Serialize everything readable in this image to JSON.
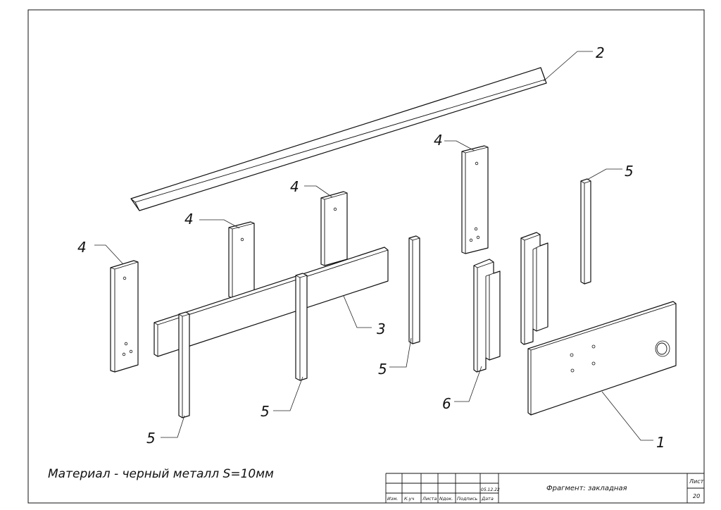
{
  "drawing": {
    "material_note": "Материал - черный металл S=10мм",
    "callouts": [
      "2",
      "4",
      "4",
      "4",
      "4",
      "5",
      "5",
      "5",
      "5",
      "3",
      "6",
      "1"
    ]
  },
  "title_block": {
    "columns": [
      "Изм.",
      "К.уч",
      "Листа",
      "Nдок.",
      "Подпись",
      "Дата"
    ],
    "date": "05.12.22",
    "name": "Фрагмент: закладная",
    "sheet_label": "Лист",
    "sheet_number": "20"
  }
}
